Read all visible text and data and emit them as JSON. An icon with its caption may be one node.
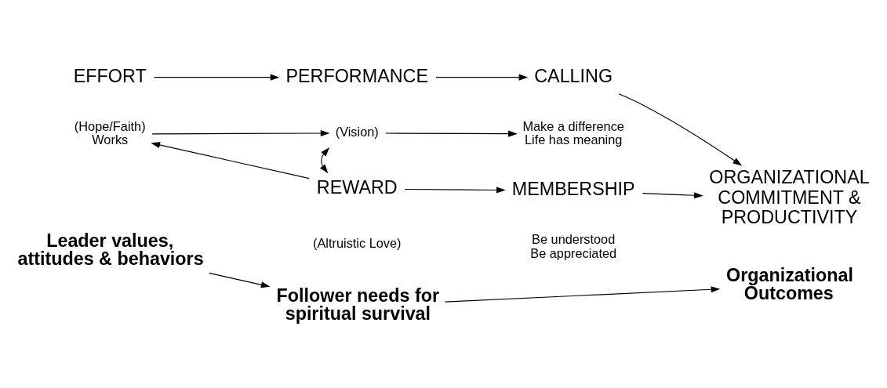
{
  "diagram": {
    "nodes": [
      {
        "text": [
          "EFFORT"
        ]
      },
      {
        "text": [
          "PERFORMANCE"
        ]
      },
      {
        "text": [
          "CALLING"
        ]
      },
      {
        "text": [
          "(Hope/Faith) Works"
        ]
      },
      {
        "text": [
          "(Vision)"
        ]
      },
      {
        "text": [
          "Make a difference Life has meaning"
        ]
      },
      {
        "text": [
          "ORGANIZATIONAL COMMITMENT & PRODUCTIVITY"
        ]
      },
      {
        "text": [
          "REWARD"
        ]
      },
      {
        "text": [
          "MEMBERSHIP"
        ]
      },
      {
        "text": [
          "(Altruistic Love)"
        ]
      },
      {
        "text": [
          "Be understood Be appreciated"
        ]
      },
      {
        "text": [
          "Leader values, attitudes & behaviors"
        ]
      },
      {
        "text": [
          "Follower needs for spiritual survival"
        ]
      },
      {
        "text": [
          "Organizational Outcomes"
        ]
      }
    ],
    "edges": [
      {
        "from": 0,
        "to": 1,
        "arrow": "to"
      },
      {
        "from": 1,
        "to": 2,
        "arrow": "to"
      },
      {
        "from": 3,
        "to": 4,
        "arrow": "to"
      },
      {
        "from": 4,
        "to": 5,
        "arrow": "to"
      },
      {
        "from": 2,
        "to": 6,
        "arrow": "to"
      },
      {
        "from": 4,
        "to": 7,
        "arrow": "both"
      },
      {
        "from": 7,
        "to": 3,
        "arrow": "to"
      },
      {
        "from": 7,
        "to": 8,
        "arrow": "to"
      },
      {
        "from": 8,
        "to": 6,
        "arrow": "to"
      },
      {
        "from": 11,
        "to": 12,
        "arrow": "to"
      },
      {
        "from": 12,
        "to": 13,
        "arrow": "to"
      }
    ]
  }
}
